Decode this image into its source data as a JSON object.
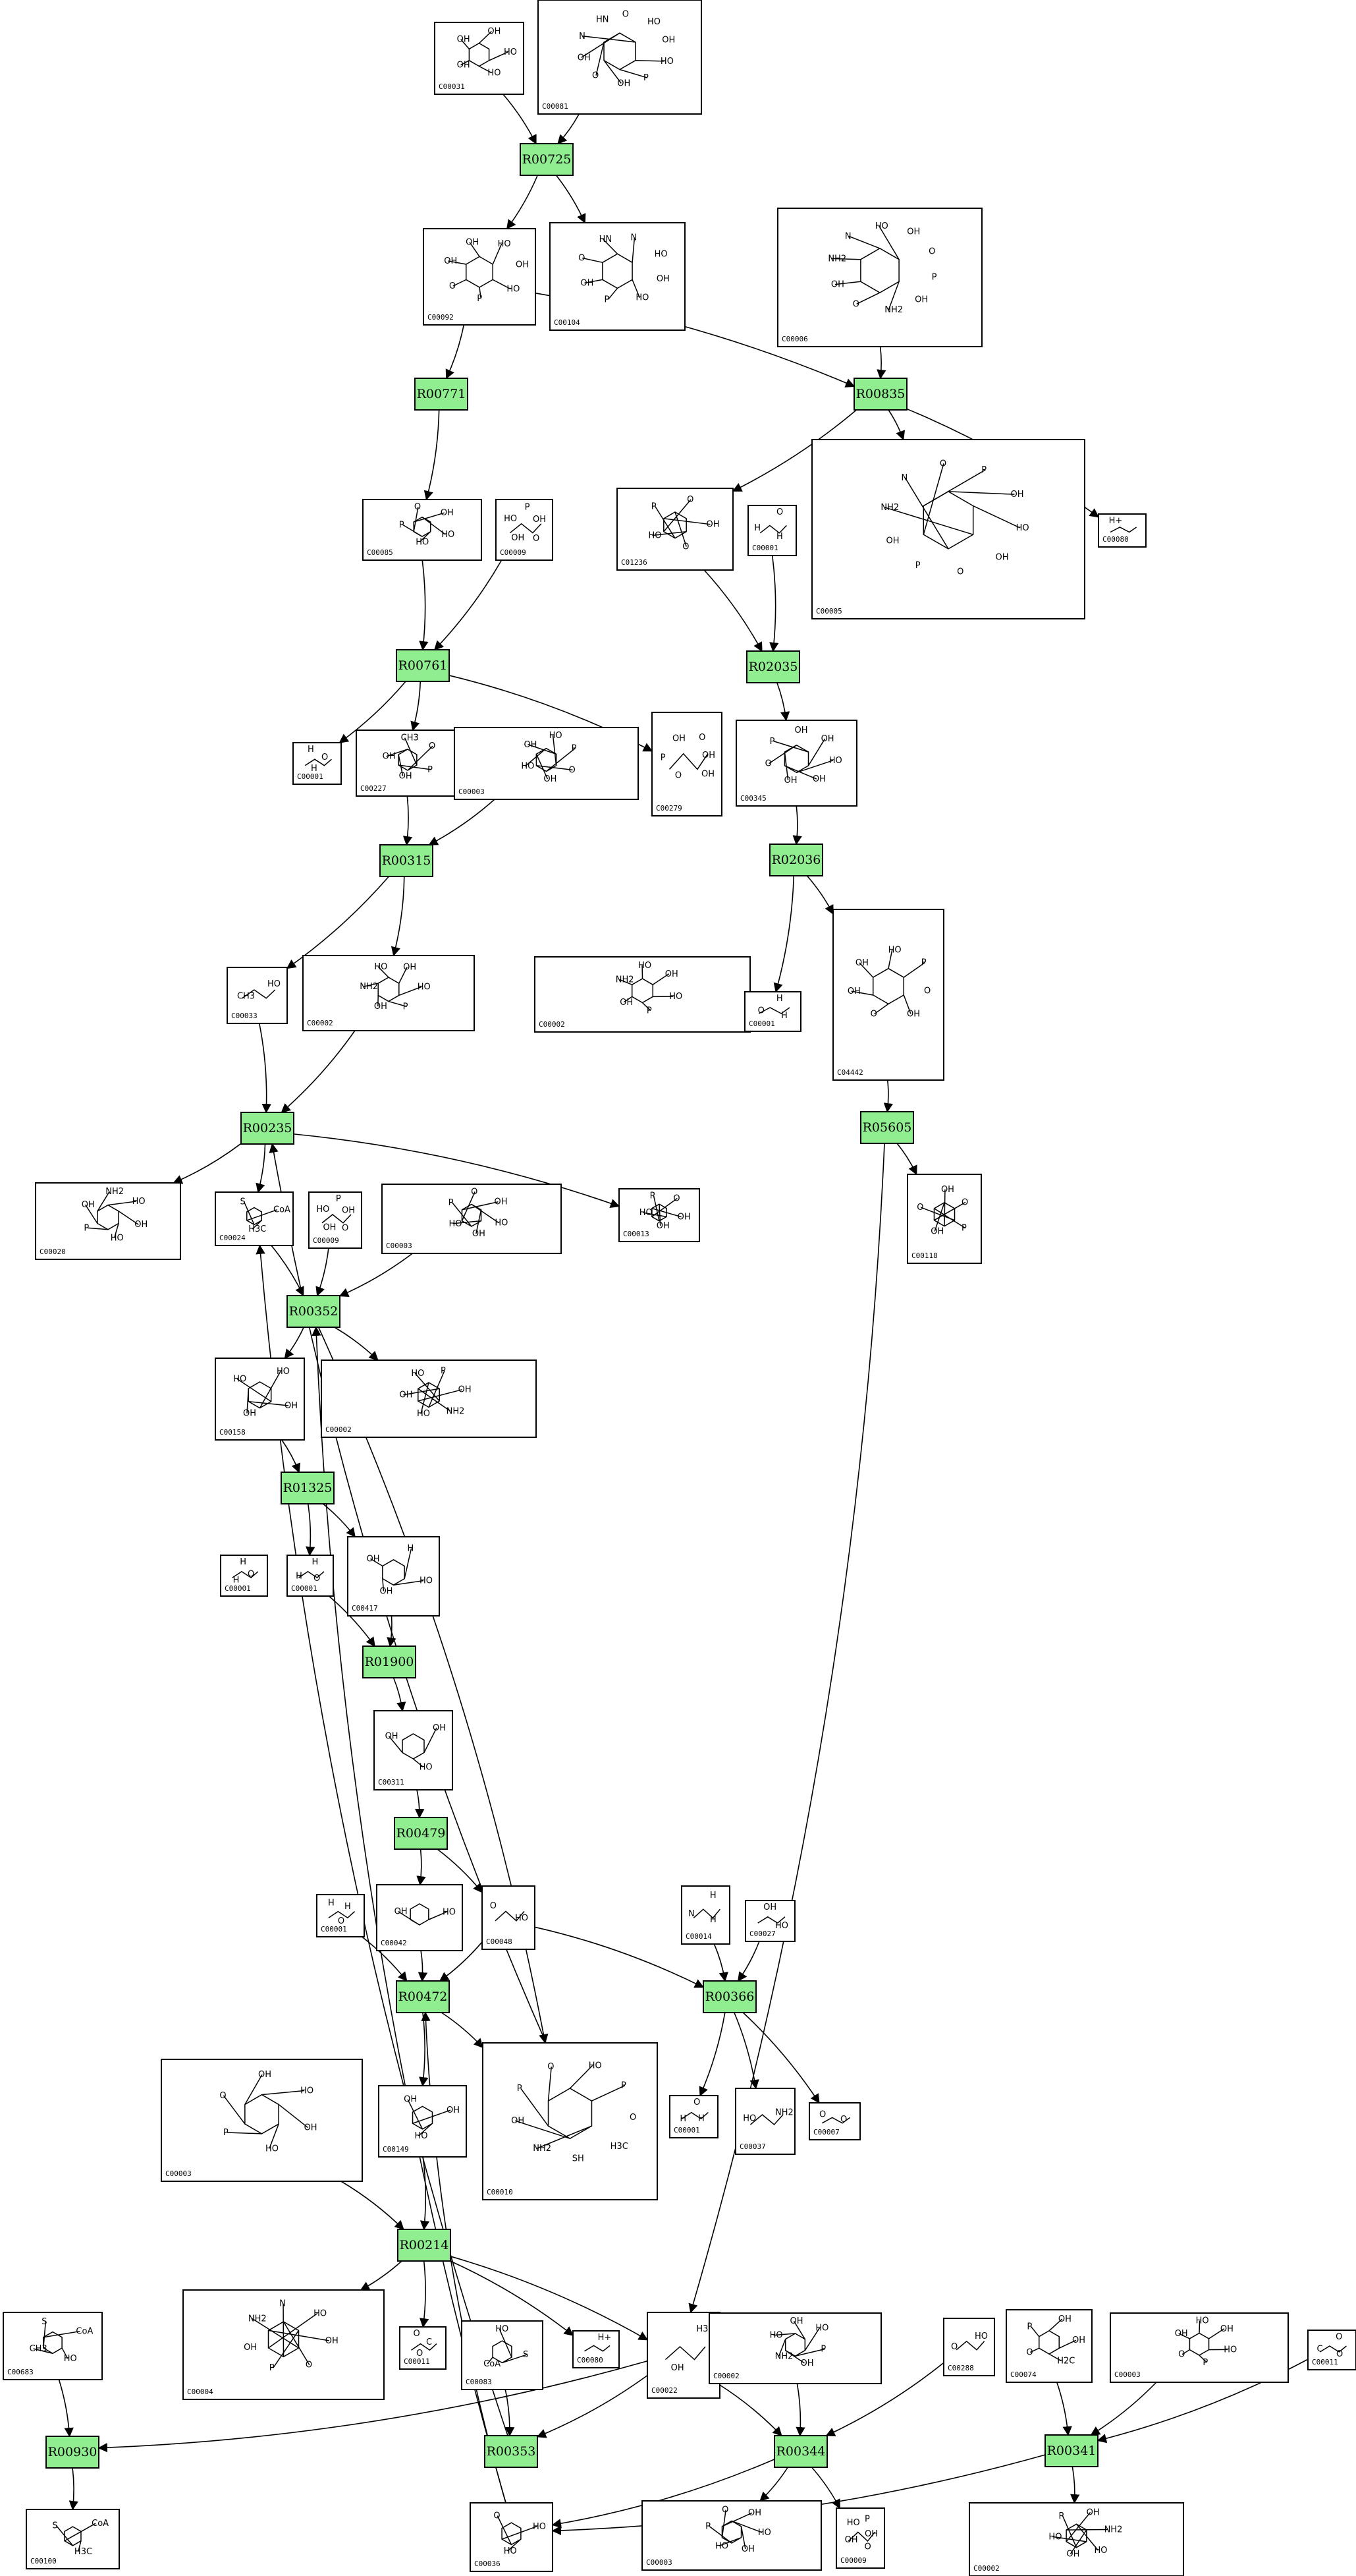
{
  "reactions": [
    {
      "id": "R00725"
    },
    {
      "id": "R00771"
    },
    {
      "id": "R00835"
    },
    {
      "id": "R00761"
    },
    {
      "id": "R02035"
    },
    {
      "id": "R00315"
    },
    {
      "id": "R02036"
    },
    {
      "id": "R00235"
    },
    {
      "id": "R05605"
    },
    {
      "id": "R00352"
    },
    {
      "id": "R01325"
    },
    {
      "id": "R01900"
    },
    {
      "id": "R00479"
    },
    {
      "id": "R00472"
    },
    {
      "id": "R00366"
    },
    {
      "id": "R00214"
    },
    {
      "id": "R00930"
    },
    {
      "id": "R00353"
    },
    {
      "id": "R00344"
    },
    {
      "id": "R00341"
    }
  ],
  "compounds": [
    {
      "id": "C00031",
      "atoms": [
        "HO",
        "HO",
        "OH",
        "OH",
        "OH"
      ]
    },
    {
      "id": "C00081",
      "atoms": [
        "HO",
        "P",
        "OH",
        "O",
        "OH",
        "N",
        "HN",
        "O",
        "HO",
        "OH"
      ]
    },
    {
      "id": "C00092",
      "atoms": [
        "HO",
        "P",
        "O",
        "OH",
        "OH",
        "HO",
        "OH"
      ]
    },
    {
      "id": "C00104",
      "atoms": [
        "HO",
        "P",
        "OH",
        "O",
        "HN",
        "N",
        "HO",
        "OH"
      ]
    },
    {
      "id": "C00006",
      "atoms": [
        "NH2",
        "O",
        "OH",
        "NH2",
        "N",
        "HO",
        "OH",
        "O",
        "P",
        "OH"
      ]
    },
    {
      "id": "C00085",
      "atoms": [
        "HO",
        "P",
        "O",
        "OH",
        "HO"
      ]
    },
    {
      "id": "C00009",
      "atoms": [
        "OH",
        "HO",
        "P",
        "OH",
        "O"
      ]
    },
    {
      "id": "C01236",
      "atoms": [
        "HO",
        "P",
        "O",
        "OH",
        "O"
      ]
    },
    {
      "id": "C00001",
      "atoms": [
        "H",
        "O",
        "H"
      ]
    },
    {
      "id": "C00005",
      "atoms": [
        "NH2",
        "N",
        "O",
        "P",
        "OH",
        "HO",
        "OH",
        "O",
        "P",
        "OH"
      ]
    },
    {
      "id": "C00080",
      "atoms": [
        "H+"
      ]
    },
    {
      "id": "C00227",
      "atoms": [
        "CH3",
        "O",
        "P",
        "OH",
        "OH"
      ]
    },
    {
      "id": "C00003",
      "atoms": [
        "HO",
        "P",
        "O",
        "OH",
        "HO",
        "OH"
      ]
    },
    {
      "id": "C00279",
      "atoms": [
        "O",
        "OH",
        "OH",
        "O",
        "P",
        "OH"
      ]
    },
    {
      "id": "C00345",
      "atoms": [
        "OH",
        "HO",
        "OH",
        "OH",
        "O",
        "P",
        "OH"
      ]
    },
    {
      "id": "C00033",
      "atoms": [
        "HO",
        "CH3"
      ]
    },
    {
      "id": "C00002",
      "atoms": [
        "HO",
        "P",
        "OH",
        "NH2",
        "HO",
        "OH"
      ]
    },
    {
      "id": "C04442",
      "atoms": [
        "OH",
        "O",
        "OH",
        "OH",
        "HO",
        "P",
        "O"
      ]
    },
    {
      "id": "C00020",
      "atoms": [
        "HO",
        "P",
        "OH",
        "NH2",
        "HO",
        "OH"
      ]
    },
    {
      "id": "C00024",
      "atoms": [
        "H3C",
        "S",
        "CoA"
      ]
    },
    {
      "id": "C00013",
      "atoms": [
        "HO",
        "P",
        "O",
        "OH",
        "OH"
      ]
    },
    {
      "id": "C00118",
      "atoms": [
        "O",
        "OH",
        "O",
        "P",
        "OH"
      ]
    },
    {
      "id": "C00158",
      "atoms": [
        "HO",
        "HO",
        "OH",
        "OH"
      ]
    },
    {
      "id": "C00417",
      "atoms": [
        "H",
        "HO",
        "OH",
        "OH"
      ]
    },
    {
      "id": "C00311",
      "atoms": [
        "OH",
        "HO",
        "OH"
      ]
    },
    {
      "id": "C00042",
      "atoms": [
        "HO",
        "OH"
      ]
    },
    {
      "id": "C00048",
      "atoms": [
        "HO",
        "O"
      ]
    },
    {
      "id": "C00014",
      "atoms": [
        "H",
        "N",
        "H"
      ]
    },
    {
      "id": "C00027",
      "atoms": [
        "HO",
        "OH"
      ]
    },
    {
      "id": "C00037",
      "atoms": [
        "HO",
        "NH2"
      ]
    },
    {
      "id": "C00007",
      "atoms": [
        "O",
        "O"
      ]
    },
    {
      "id": "C00149",
      "atoms": [
        "HO",
        "OH",
        "OH"
      ]
    },
    {
      "id": "C00010",
      "atoms": [
        "NH2",
        "OH",
        "P",
        "O",
        "HO",
        "P",
        "O",
        "H3C",
        "SH"
      ]
    },
    {
      "id": "C00011",
      "atoms": [
        "O",
        "C",
        "O"
      ]
    },
    {
      "id": "C00083",
      "atoms": [
        "HO",
        "S",
        "CoA"
      ]
    },
    {
      "id": "C00022",
      "atoms": [
        "H3C",
        "OH"
      ]
    },
    {
      "id": "C00004",
      "atoms": [
        "NH2",
        "N",
        "HO",
        "OH",
        "O",
        "P",
        "OH"
      ]
    },
    {
      "id": "C00288",
      "atoms": [
        "HO",
        "O"
      ]
    },
    {
      "id": "C00074",
      "atoms": [
        "OH",
        "H2C",
        "O",
        "P",
        "OH"
      ]
    },
    {
      "id": "C00683",
      "atoms": [
        "HO",
        "CH3",
        "S",
        "CoA"
      ]
    },
    {
      "id": "C00100",
      "atoms": [
        "H3C",
        "S",
        "CoA"
      ]
    },
    {
      "id": "C00036",
      "atoms": [
        "HO",
        "O",
        "HO"
      ]
    }
  ],
  "compound_boxes": [
    {
      "id": "C00031"
    },
    {
      "id": "C00081"
    },
    {
      "id": "C00092"
    },
    {
      "id": "C00104"
    },
    {
      "id": "C00006"
    },
    {
      "id": "C00085"
    },
    {
      "id": "C00009"
    },
    {
      "id": "C01236"
    },
    {
      "id": "C00001"
    },
    {
      "id": "C00005"
    },
    {
      "id": "C00080"
    },
    {
      "id": "C00001"
    },
    {
      "id": "C00227"
    },
    {
      "id": "C00003"
    },
    {
      "id": "C00279"
    },
    {
      "id": "C00345"
    },
    {
      "id": "C00033"
    },
    {
      "id": "C00002"
    },
    {
      "id": "C00002"
    },
    {
      "id": "C00001"
    },
    {
      "id": "C04442"
    },
    {
      "id": "C00020"
    },
    {
      "id": "C00024"
    },
    {
      "id": "C00009"
    },
    {
      "id": "C00003"
    },
    {
      "id": "C00013"
    },
    {
      "id": "C00118"
    },
    {
      "id": "C00158"
    },
    {
      "id": "C00002"
    },
    {
      "id": "C00001"
    },
    {
      "id": "C00001"
    },
    {
      "id": "C00417"
    },
    {
      "id": "C00311"
    },
    {
      "id": "C00001"
    },
    {
      "id": "C00042"
    },
    {
      "id": "C00048"
    },
    {
      "id": "C00014"
    },
    {
      "id": "C00027"
    },
    {
      "id": "C00003"
    },
    {
      "id": "C00149"
    },
    {
      "id": "C00010"
    },
    {
      "id": "C00001"
    },
    {
      "id": "C00037"
    },
    {
      "id": "C00007"
    },
    {
      "id": "C00004"
    },
    {
      "id": "C00011"
    },
    {
      "id": "C00083"
    },
    {
      "id": "C00080"
    },
    {
      "id": "C00022"
    },
    {
      "id": "C00002"
    },
    {
      "id": "C00288"
    },
    {
      "id": "C00074"
    },
    {
      "id": "C00003"
    },
    {
      "id": "C00011"
    },
    {
      "id": "C00683"
    },
    {
      "id": "C00100"
    },
    {
      "id": "C00036"
    },
    {
      "id": "C00003"
    },
    {
      "id": "C00009"
    },
    {
      "id": "C00002"
    }
  ],
  "edges": [
    [
      "C00031",
      "R00725"
    ],
    [
      "C00081",
      "R00725"
    ],
    [
      "R00725",
      "C00092"
    ],
    [
      "R00725",
      "C00104"
    ],
    [
      "C00092",
      "R00771"
    ],
    [
      "C00092",
      "R00835"
    ],
    [
      "C00006",
      "R00835"
    ],
    [
      "R00771",
      "C00085"
    ],
    [
      "R00835",
      "C01236"
    ],
    [
      "R00835",
      "C00005"
    ],
    [
      "R00835",
      "C00080"
    ],
    [
      "C00085",
      "R00761"
    ],
    [
      "C00009",
      "R00761"
    ],
    [
      "R00761",
      "C00001"
    ],
    [
      "R00761",
      "C00227"
    ],
    [
      "R00761",
      "C00279"
    ],
    [
      "C01236",
      "R02035"
    ],
    [
      "C00001",
      "R02035"
    ],
    [
      "R02035",
      "C00345"
    ],
    [
      "C00227",
      "R00315"
    ],
    [
      "C00003",
      "R00315"
    ],
    [
      "R00315",
      "C00033"
    ],
    [
      "R00315",
      "C00002"
    ],
    [
      "C00345",
      "R02036"
    ],
    [
      "R02036",
      "C00001"
    ],
    [
      "R02036",
      "C04442"
    ],
    [
      "C00033",
      "R00235"
    ],
    [
      "C00002",
      "R00235"
    ],
    [
      "R00235",
      "C00020"
    ],
    [
      "R00235",
      "C00024"
    ],
    [
      "R00235",
      "C00013"
    ],
    [
      "C04442",
      "R05605"
    ],
    [
      "R05605",
      "C00118"
    ],
    [
      "R05605",
      "C00022"
    ],
    [
      "C00024",
      "R00352"
    ],
    [
      "C00009",
      "R00352"
    ],
    [
      "C00003",
      "R00352"
    ],
    [
      "R00352",
      "C00158"
    ],
    [
      "R00352",
      "C00002"
    ],
    [
      "R00352",
      "C00010"
    ],
    [
      "C00158",
      "R01325"
    ],
    [
      "R01325",
      "C00001"
    ],
    [
      "R01325",
      "C00417"
    ],
    [
      "C00001",
      "R01900"
    ],
    [
      "C00417",
      "R01900"
    ],
    [
      "R01900",
      "C00311"
    ],
    [
      "C00311",
      "R00479"
    ],
    [
      "R00479",
      "C00042"
    ],
    [
      "R00479",
      "C00048"
    ],
    [
      "C00001",
      "R00472"
    ],
    [
      "C00042",
      "R00472"
    ],
    [
      "C00048",
      "R00472"
    ],
    [
      "C00048",
      "R00366"
    ],
    [
      "C00014",
      "R00366"
    ],
    [
      "C00027",
      "R00366"
    ],
    [
      "R00472",
      "C00149"
    ],
    [
      "R00472",
      "C00010"
    ],
    [
      "C00010",
      "R00235"
    ],
    [
      "R00366",
      "C00001"
    ],
    [
      "R00366",
      "C00037"
    ],
    [
      "R00366",
      "C00007"
    ],
    [
      "C00149",
      "R00214"
    ],
    [
      "C00003",
      "R00214"
    ],
    [
      "R00214",
      "C00004"
    ],
    [
      "R00214",
      "C00011"
    ],
    [
      "R00214",
      "C00080"
    ],
    [
      "R00214",
      "C00022"
    ],
    [
      "C00683",
      "R00930"
    ],
    [
      "R00930",
      "C00100"
    ],
    [
      "C00022",
      "R00930"
    ],
    [
      "C00083",
      "R00353"
    ],
    [
      "C00022",
      "R00353"
    ],
    [
      "R00353",
      "C00024"
    ],
    [
      "C00022",
      "R00344"
    ],
    [
      "C00002",
      "R00344"
    ],
    [
      "C00288",
      "R00344"
    ],
    [
      "R00344",
      "C00036"
    ],
    [
      "R00344",
      "C00003"
    ],
    [
      "R00344",
      "C00009"
    ],
    [
      "C00074",
      "R00341"
    ],
    [
      "C00003",
      "R00341"
    ],
    [
      "C00011",
      "R00341"
    ],
    [
      "R00341",
      "C00002"
    ],
    [
      "R00341",
      "C00036"
    ],
    [
      "C00036",
      "R00352"
    ],
    [
      "C00036",
      "R00472"
    ]
  ]
}
